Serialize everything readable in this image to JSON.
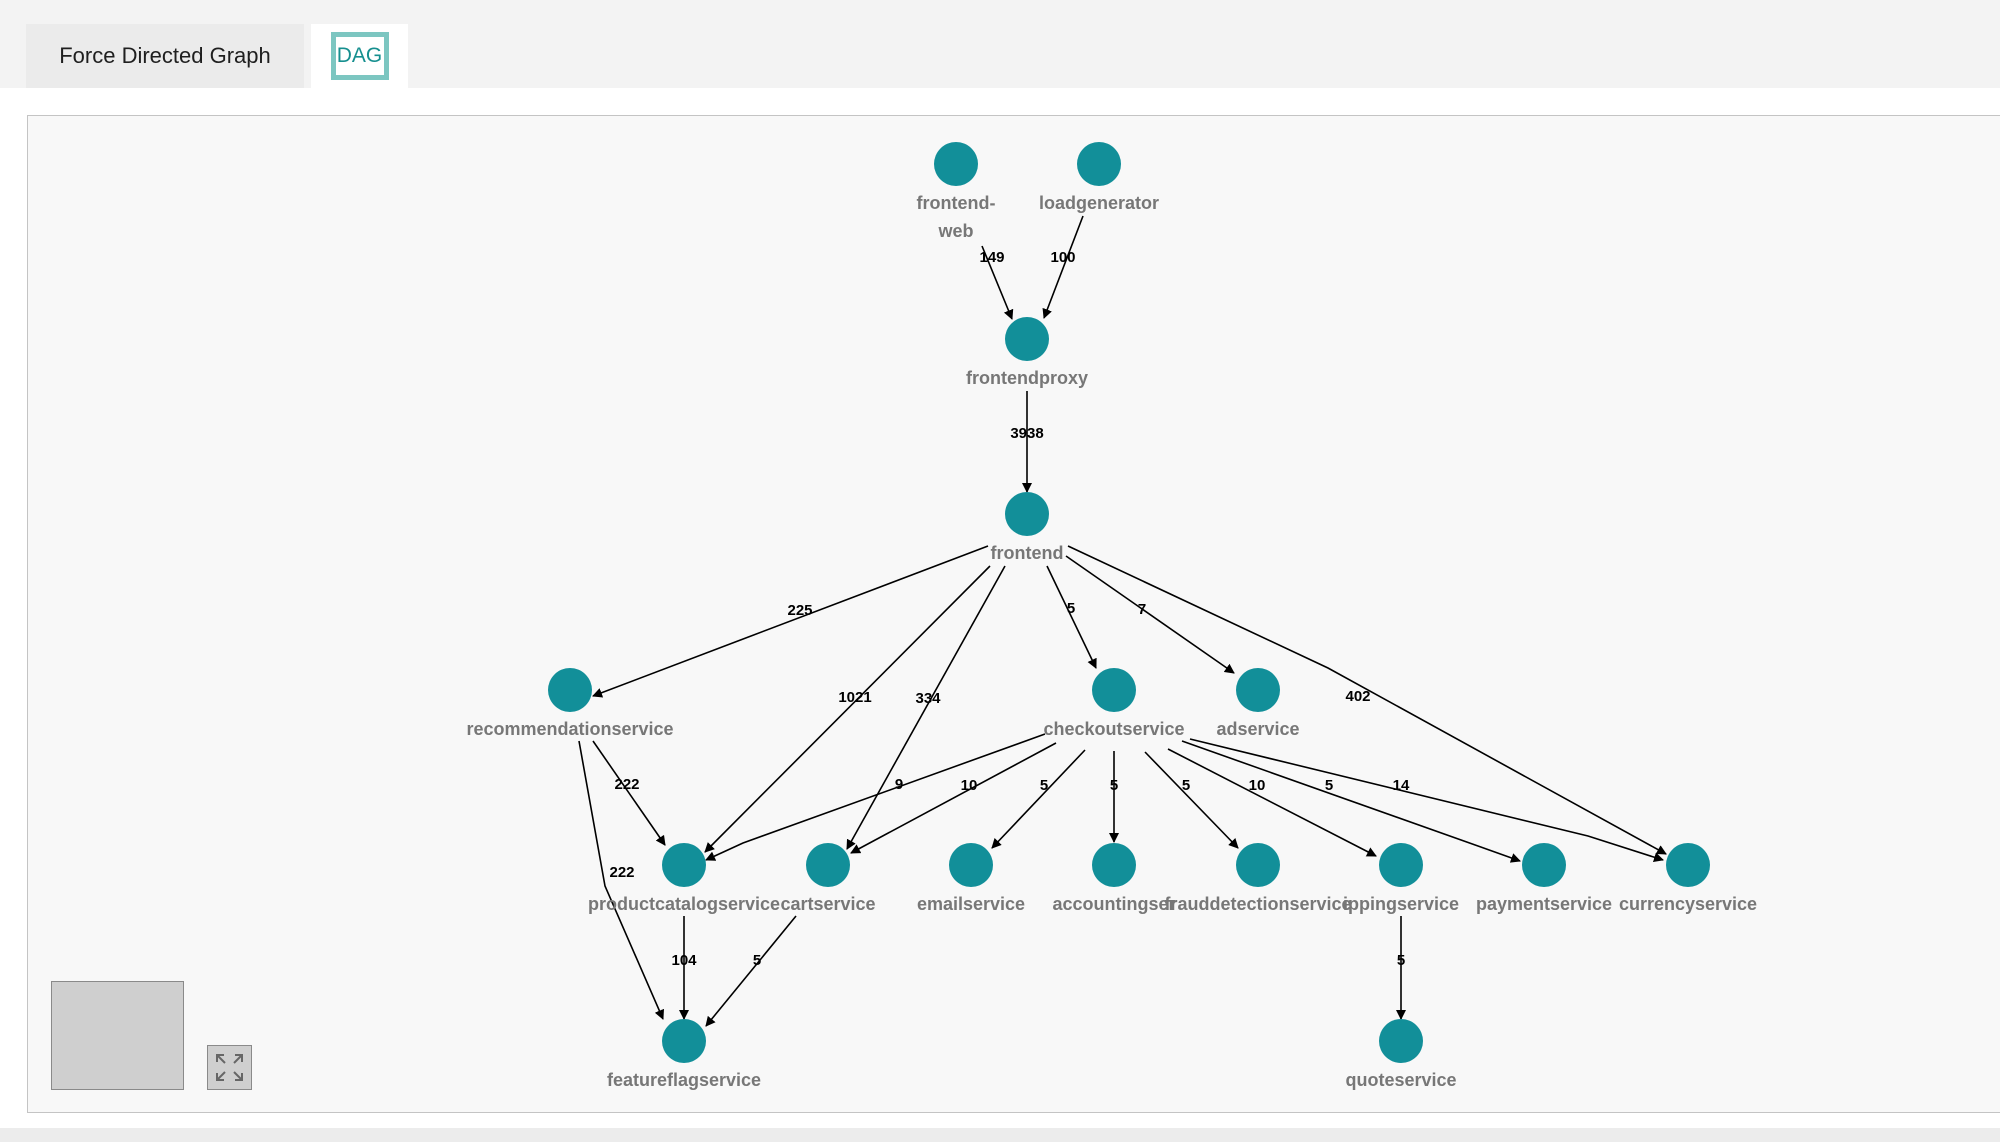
{
  "tabs": [
    {
      "label": "Force Directed Graph",
      "active": false
    },
    {
      "label": "DAG",
      "active": true
    }
  ],
  "colors": {
    "node": "#128f99",
    "edge": "#000000",
    "node_label": "#777777",
    "tab_accent": "#7cc6c1"
  },
  "graph": {
    "nodes": [
      {
        "id": "frontend-web",
        "label_lines": [
          "frontend-",
          "web"
        ]
      },
      {
        "id": "loadgenerator",
        "label_lines": [
          "loadgenerator"
        ]
      },
      {
        "id": "frontendproxy",
        "label_lines": [
          "frontendproxy"
        ]
      },
      {
        "id": "frontend",
        "label_lines": [
          "frontend"
        ]
      },
      {
        "id": "recommendationservice",
        "label_lines": [
          "recommendationservice"
        ]
      },
      {
        "id": "checkoutservice",
        "label_lines": [
          "checkoutservice"
        ]
      },
      {
        "id": "adservice",
        "label_lines": [
          "adservice"
        ]
      },
      {
        "id": "productcatalogservice",
        "label_lines": [
          "productcatalogservice"
        ]
      },
      {
        "id": "cartservice",
        "label_lines": [
          "cartservice"
        ]
      },
      {
        "id": "emailservice",
        "label_lines": [
          "emailservice"
        ]
      },
      {
        "id": "accountingservice",
        "label_lines": [
          "accountingser"
        ]
      },
      {
        "id": "frauddetectionservice",
        "label_lines": [
          "frauddetectionservice"
        ]
      },
      {
        "id": "shippingservice",
        "label_lines": [
          "ippingservice"
        ]
      },
      {
        "id": "paymentservice",
        "label_lines": [
          "paymentservice"
        ]
      },
      {
        "id": "currencyservice",
        "label_lines": [
          "currencyservice"
        ]
      },
      {
        "id": "featureflagservice",
        "label_lines": [
          "featureflagservice"
        ]
      },
      {
        "id": "quoteservice",
        "label_lines": [
          "quoteservice"
        ]
      }
    ],
    "edges": [
      {
        "from": "frontend-web",
        "to": "frontendproxy",
        "label": "149"
      },
      {
        "from": "loadgenerator",
        "to": "frontendproxy",
        "label": "100"
      },
      {
        "from": "frontendproxy",
        "to": "frontend",
        "label": "3938"
      },
      {
        "from": "frontend",
        "to": "recommendationservice",
        "label": "225"
      },
      {
        "from": "frontend",
        "to": "productcatalogservice",
        "label": "1021"
      },
      {
        "from": "frontend",
        "to": "cartservice",
        "label": "334"
      },
      {
        "from": "frontend",
        "to": "checkoutservice",
        "label": "5"
      },
      {
        "from": "frontend",
        "to": "adservice",
        "label": "7"
      },
      {
        "from": "frontend",
        "to": "currencyservice",
        "label": "402"
      },
      {
        "from": "recommendationservice",
        "to": "productcatalogservice",
        "label": "222"
      },
      {
        "from": "recommendationservice",
        "to": "featureflagservice",
        "label": "222"
      },
      {
        "from": "checkoutservice",
        "to": "productcatalogservice",
        "label": "9"
      },
      {
        "from": "checkoutservice",
        "to": "cartservice",
        "label": "10"
      },
      {
        "from": "checkoutservice",
        "to": "emailservice",
        "label": "5"
      },
      {
        "from": "checkoutservice",
        "to": "accountingservice",
        "label": "5"
      },
      {
        "from": "checkoutservice",
        "to": "frauddetectionservice",
        "label": "5"
      },
      {
        "from": "checkoutservice",
        "to": "shippingservice",
        "label": "10"
      },
      {
        "from": "checkoutservice",
        "to": "paymentservice",
        "label": "5"
      },
      {
        "from": "checkoutservice",
        "to": "currencyservice",
        "label": "14"
      },
      {
        "from": "productcatalogservice",
        "to": "featureflagservice",
        "label": "104"
      },
      {
        "from": "cartservice",
        "to": "featureflagservice",
        "label": "5"
      },
      {
        "from": "shippingservice",
        "to": "quoteservice",
        "label": "5"
      }
    ]
  }
}
